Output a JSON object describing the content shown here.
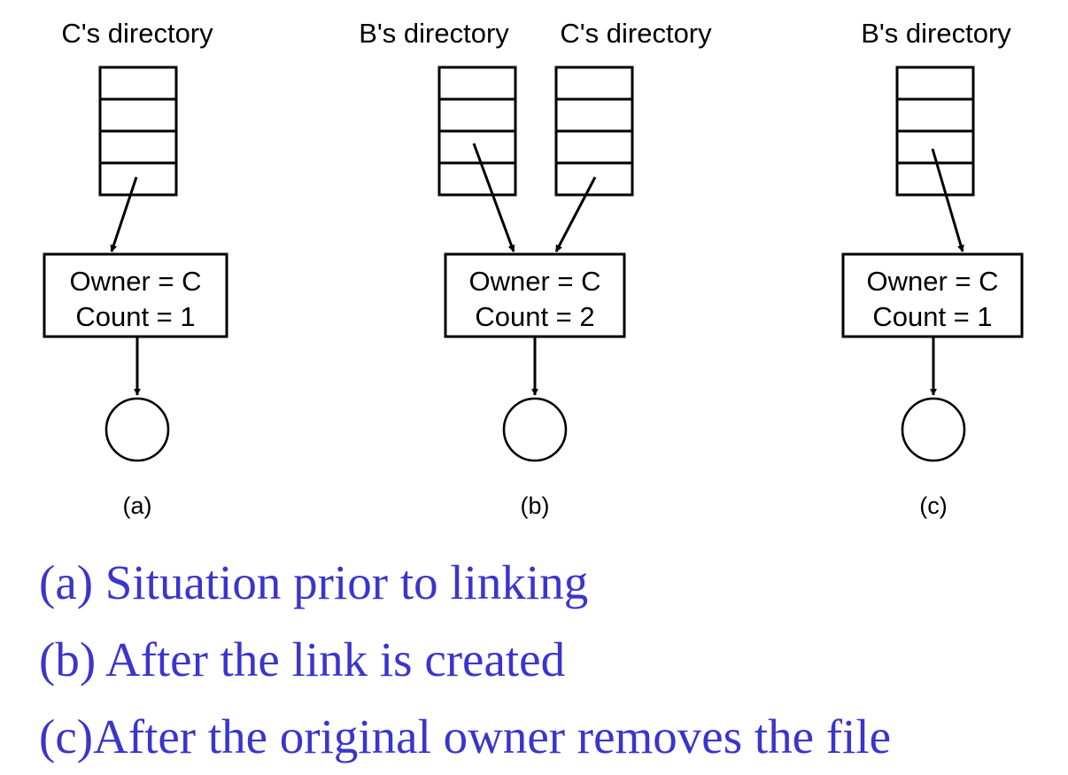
{
  "colors": {
    "caption": "#3a35cc"
  },
  "panels": [
    {
      "id": "a",
      "directories": [
        "C's directory"
      ],
      "owner": "Owner = C",
      "count": "Count = 1",
      "label": "(a)"
    },
    {
      "id": "b",
      "directories": [
        "B's directory",
        "C's directory"
      ],
      "owner": "Owner = C",
      "count": "Count = 2",
      "label": "(b)"
    },
    {
      "id": "c",
      "directories": [
        "B's directory"
      ],
      "owner": "Owner = C",
      "count": "Count = 1",
      "label": "(c)"
    }
  ],
  "captions": [
    "(a) Situation prior to linking",
    "(b) After the link is created",
    "(c)After the original owner removes the file"
  ]
}
